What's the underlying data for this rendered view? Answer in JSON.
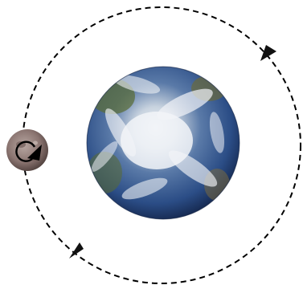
{
  "diagram": {
    "central_body": {
      "icon": "earth-globe-icon"
    },
    "orbiting_body": {
      "icon": "moon-icon"
    },
    "orbit": {
      "style": "dashed",
      "direction": "counter-clockwise"
    },
    "rotation_indicator": {
      "icon": "circular-arrow-icon",
      "direction": "counter-clockwise"
    },
    "colors": {
      "orbit_line": "#000000",
      "earth_ocean": "#2b4d86",
      "earth_cloud": "#f2f4f8",
      "earth_land": "#5b6d3b",
      "moon": "#8a7470"
    }
  }
}
